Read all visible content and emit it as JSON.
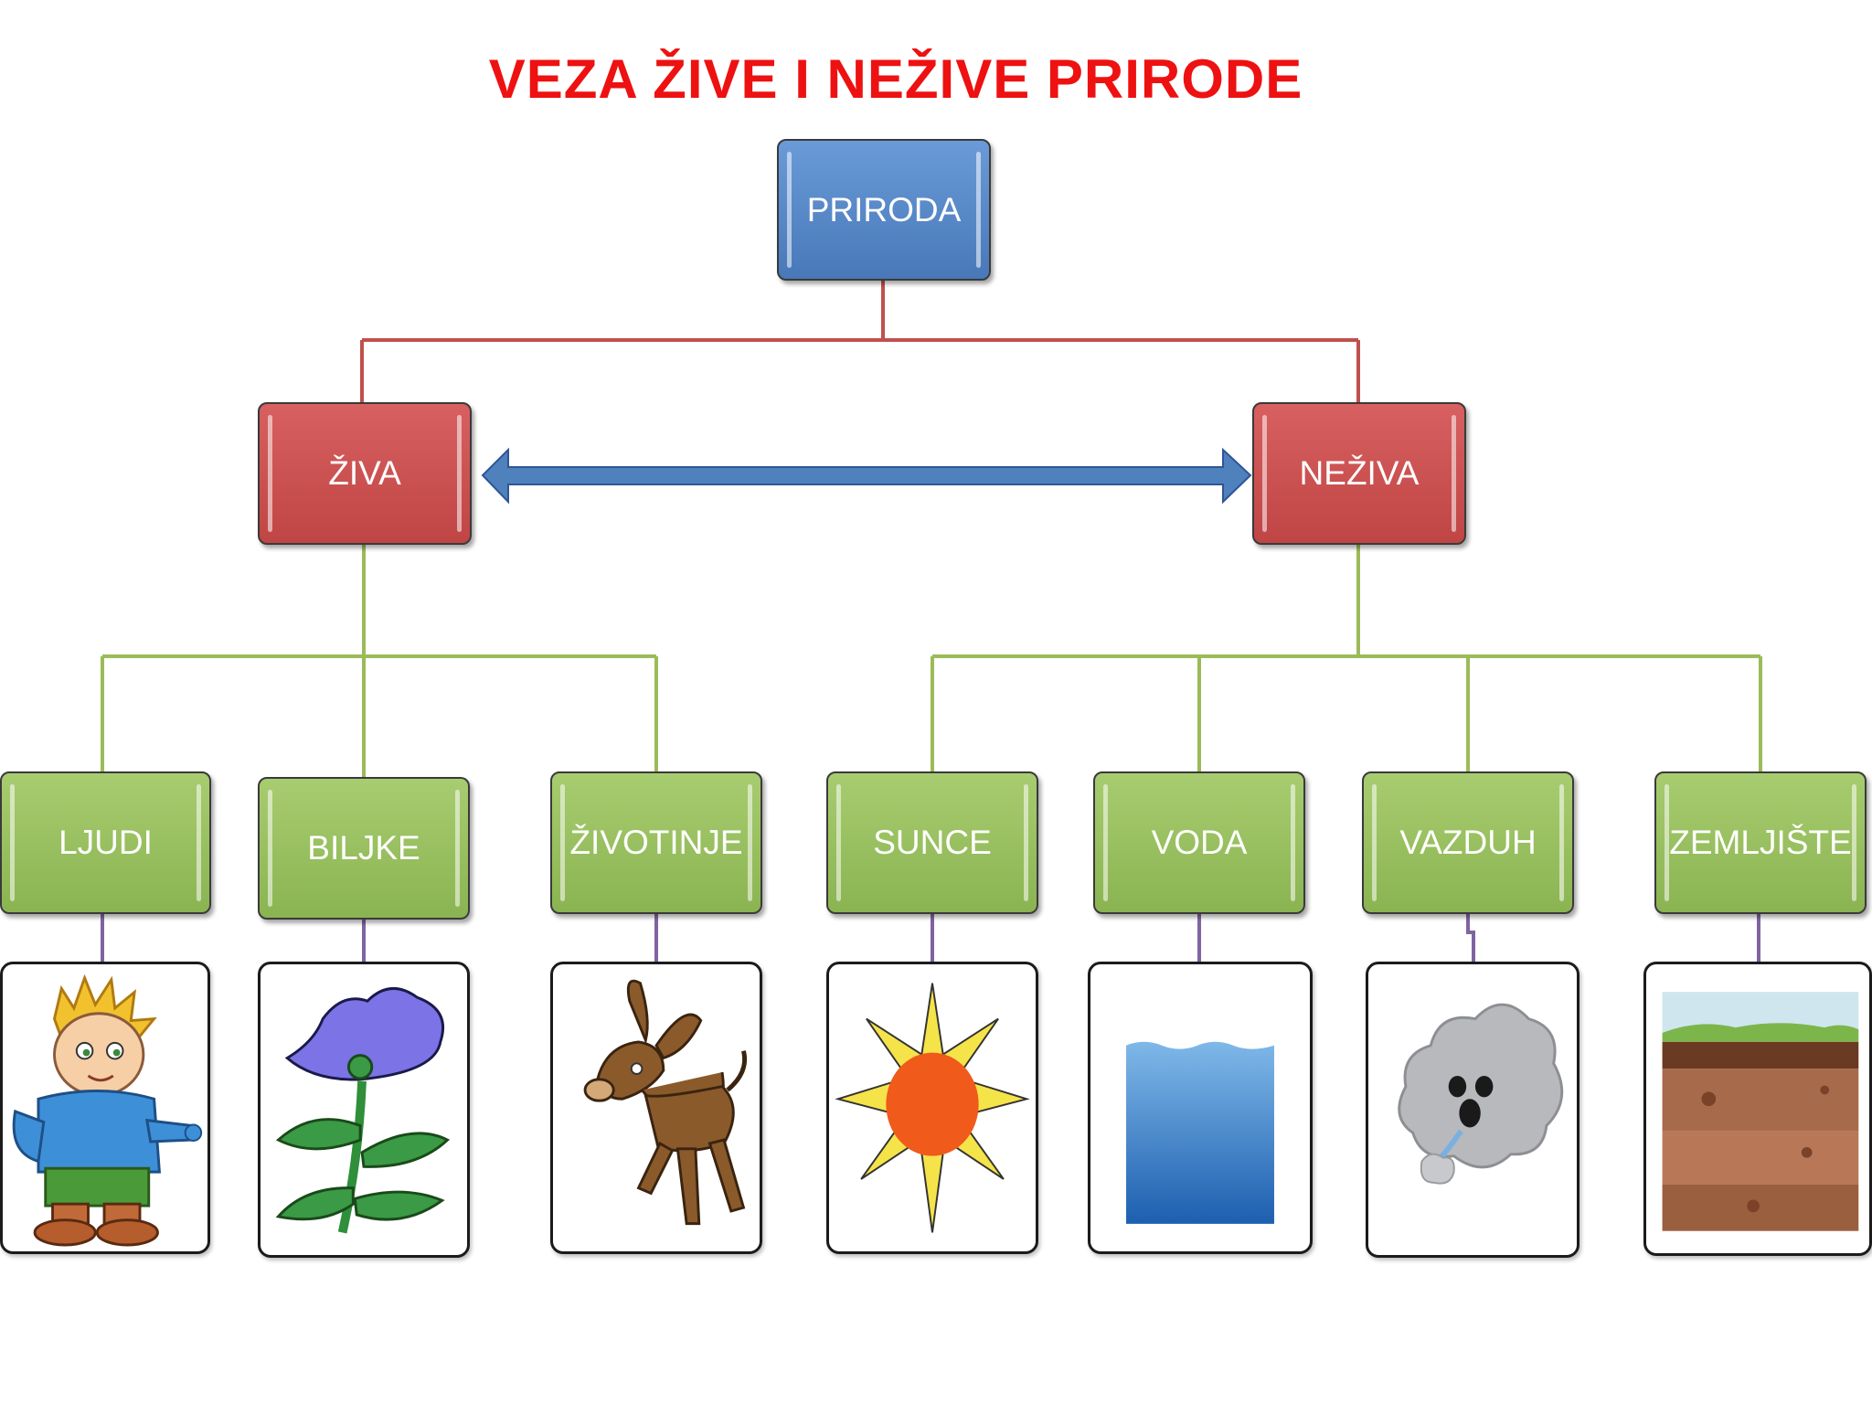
{
  "title": "VEZA ŽIVE I NEŽIVE PRIRODE",
  "colors": {
    "title": "#ee1111",
    "root_box": "#4f81bd",
    "category_box": "#c0504d",
    "item_box": "#9bbb59",
    "root_connector": "#c0504d",
    "item_connector": "#9bbb59",
    "image_connector": "#8064a2",
    "arrow": "#4f81bd"
  },
  "root": {
    "label": "PRIRODA"
  },
  "categories": [
    {
      "label": "ŽIVA",
      "items": [
        {
          "label": "LJUDI",
          "icon": "boy-icon"
        },
        {
          "label": "BILJKE",
          "icon": "flower-icon"
        },
        {
          "label": "ŽIVOTINJE",
          "icon": "donkey-icon"
        }
      ]
    },
    {
      "label": "NEŽIVA",
      "items": [
        {
          "label": "SUNCE",
          "icon": "sun-icon"
        },
        {
          "label": "VODA",
          "icon": "water-icon"
        },
        {
          "label": "VAZDUH",
          "icon": "cloud-icon"
        },
        {
          "label": "ZEMLJIŠTE",
          "icon": "soil-icon"
        }
      ]
    }
  ],
  "relation_arrow": {
    "icon": "double-arrow-icon"
  }
}
